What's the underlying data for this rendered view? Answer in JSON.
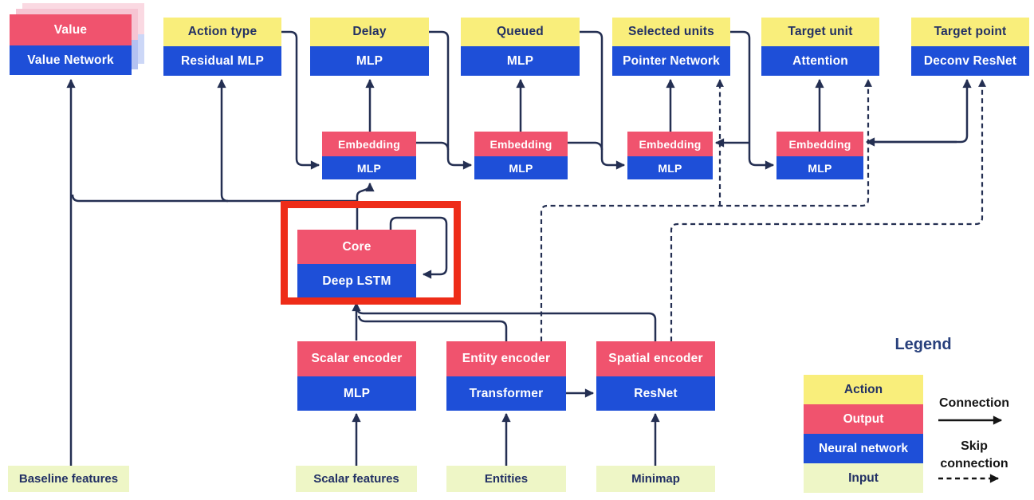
{
  "blocks": {
    "value": {
      "output": "Value",
      "network": "Value Network"
    },
    "heads": [
      {
        "action": "Action type",
        "network": "Residual MLP"
      },
      {
        "action": "Delay",
        "network": "MLP"
      },
      {
        "action": "Queued",
        "network": "MLP"
      },
      {
        "action": "Selected units",
        "network": "Pointer Network"
      },
      {
        "action": "Target unit",
        "network": "Attention"
      },
      {
        "action": "Target point",
        "network": "Deconv ResNet"
      }
    ],
    "embeddings": [
      {
        "output": "Embedding",
        "network": "MLP"
      },
      {
        "output": "Embedding",
        "network": "MLP"
      },
      {
        "output": "Embedding",
        "network": "MLP"
      },
      {
        "output": "Embedding",
        "network": "MLP"
      }
    ],
    "core": {
      "output": "Core",
      "network": "Deep LSTM"
    },
    "encoders": [
      {
        "output": "Scalar encoder",
        "network": "MLP"
      },
      {
        "output": "Entity encoder",
        "network": "Transformer"
      },
      {
        "output": "Spatial encoder",
        "network": "ResNet"
      }
    ],
    "inputs": [
      {
        "label": "Baseline features"
      },
      {
        "label": "Scalar features"
      },
      {
        "label": "Entities"
      },
      {
        "label": "Minimap"
      }
    ]
  },
  "legend": {
    "title": "Legend",
    "rows": [
      {
        "label": "Action",
        "color": "#f9ee7b"
      },
      {
        "label": "Output",
        "color": "#f0536e"
      },
      {
        "label": "Neural network",
        "color": "#1e4fd8"
      },
      {
        "label": "Input",
        "color": "#eef6c6"
      }
    ],
    "connection_label": "Connection",
    "skip_connection_label": "Skip connection"
  },
  "annotation": {
    "highlighted_block": "Core / Deep LSTM",
    "color": "#ee2c18"
  },
  "colors": {
    "action_yellow": "#f9ee7b",
    "output_pink": "#f0536e",
    "network_blue": "#1e4fd8",
    "input_green": "#eef6c6",
    "line_navy": "#242f52",
    "ghost_pink": "#f6c5d3",
    "ghost_blue": "#b3c2f2",
    "annotation_red": "#ee2c18"
  }
}
